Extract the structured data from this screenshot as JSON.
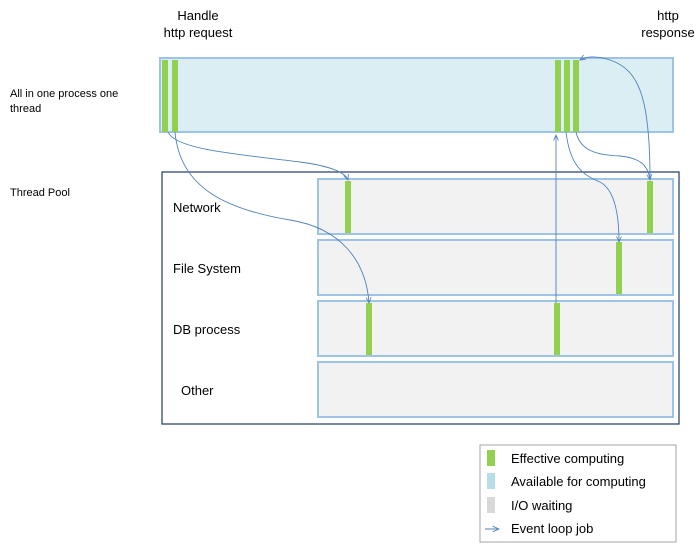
{
  "top_labels": {
    "handle_line1": "Handle",
    "handle_line2": "http request",
    "response_line1": "http",
    "response_line2": "response"
  },
  "main_thread": {
    "label_line1": "All in one process one",
    "label_line2": "thread"
  },
  "thread_pool": {
    "label": "Thread Pool",
    "lanes": [
      {
        "label": "Network"
      },
      {
        "label": "File System"
      },
      {
        "label": "DB process"
      },
      {
        "label": "Other"
      }
    ]
  },
  "legend": {
    "items": [
      {
        "label": "Effective computing",
        "color": "#92d050"
      },
      {
        "label": "Available for computing",
        "color": "#b7dee8"
      },
      {
        "label": "I/O waiting",
        "color": "#d9d9d9"
      },
      {
        "label": "Event loop job",
        "color": "#4f81bd"
      }
    ]
  },
  "colors": {
    "green": "#92d050",
    "main_fill": "#daeef3",
    "main_border": "#9dc3e6",
    "lane_fill": "#f2f2f2",
    "frame": "#1f3864",
    "arrow": "#4f81bd"
  }
}
